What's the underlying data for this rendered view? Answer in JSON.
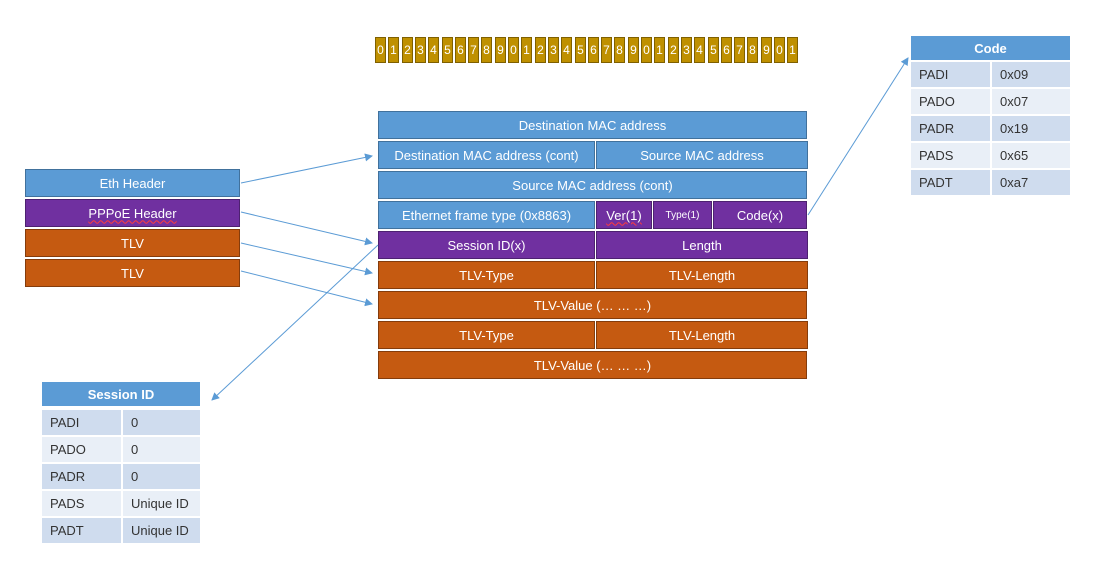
{
  "bit_ruler": [
    "0",
    "1",
    "2",
    "3",
    "4",
    "5",
    "6",
    "7",
    "8",
    "9",
    "0",
    "1",
    "2",
    "3",
    "4",
    "5",
    "6",
    "7",
    "8",
    "9",
    "0",
    "1",
    "2",
    "3",
    "4",
    "5",
    "6",
    "7",
    "8",
    "9",
    "0",
    "1"
  ],
  "header_legend": {
    "eth_header": "Eth Header",
    "pppoe_header": "PPPoE Header",
    "tlv_1": "TLV",
    "tlv_2": "TLV"
  },
  "frame": {
    "dest_mac": "Destination MAC address",
    "dest_mac_cont": "Destination MAC address (cont)",
    "src_mac": "Source MAC address",
    "src_mac_cont": "Source MAC address (cont)",
    "eth_type": "Ethernet frame type (0x8863)",
    "ver": "Ver(1)",
    "type": "Type(1)",
    "code": "Code(x)",
    "session_id": "Session ID(x)",
    "length": "Length",
    "tlv1_type": "TLV-Type",
    "tlv1_length": "TLV-Length",
    "tlv1_value": "TLV-Value (… … …)",
    "tlv2_type": "TLV-Type",
    "tlv2_length": "TLV-Length",
    "tlv2_value": "TLV-Value (… … …)"
  },
  "code_table": {
    "title": "Code",
    "rows": [
      {
        "name": "PADI",
        "value": "0x09"
      },
      {
        "name": "PADO",
        "value": "0x07"
      },
      {
        "name": "PADR",
        "value": "0x19"
      },
      {
        "name": "PADS",
        "value": "0x65"
      },
      {
        "name": "PADT",
        "value": "0xa7"
      }
    ]
  },
  "session_table": {
    "title": "Session ID",
    "rows": [
      {
        "name": "PADI",
        "value": "0"
      },
      {
        "name": "PADO",
        "value": "0"
      },
      {
        "name": "PADR",
        "value": "0"
      },
      {
        "name": "PADS",
        "value": "Unique ID"
      },
      {
        "name": "PADT",
        "value": "Unique ID"
      }
    ]
  },
  "colors": {
    "blue": "#5b9bd5",
    "purple": "#7030a0",
    "orange": "#c55a11",
    "gold": "#bf9000",
    "table_row_dark": "#cfdcee",
    "table_row_light": "#e9eff7"
  }
}
